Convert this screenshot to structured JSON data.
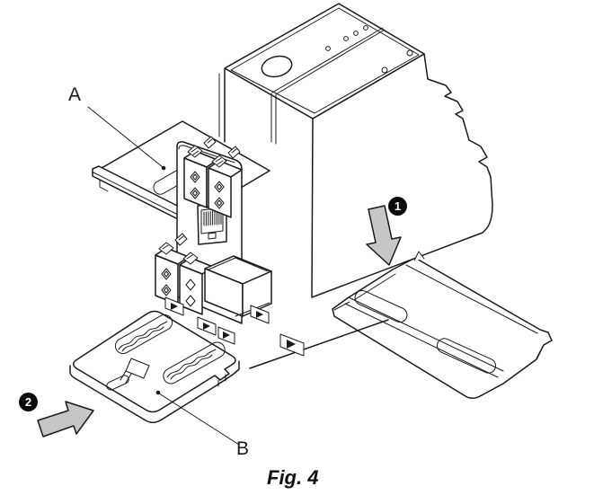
{
  "figure": {
    "caption": "Fig. 4",
    "label_a": "A",
    "label_b": "B",
    "step1": "1",
    "step2": "2",
    "colors": {
      "line": "#1a1a1a",
      "arrow_fill": "#c6c6c6",
      "background": "#ffffff",
      "marker_bg": "#0a0a0a"
    }
  }
}
